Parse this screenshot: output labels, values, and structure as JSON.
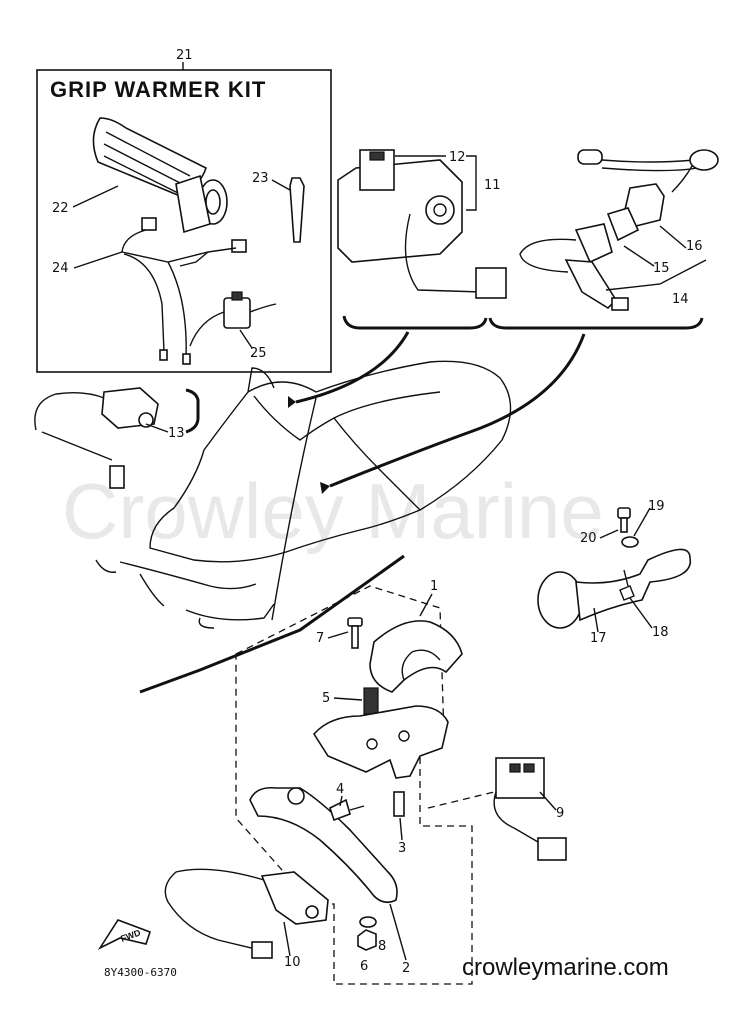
{
  "kit": {
    "callout": "21",
    "title": "GRIP WARMER KIT"
  },
  "callouts": {
    "p1": "1",
    "p2": "2",
    "p3": "3",
    "p4": "4",
    "p5": "5",
    "p6": "6",
    "p7": "7",
    "p8": "8",
    "p9": "9",
    "p10": "10",
    "p11": "11",
    "p12": "12",
    "p13": "13",
    "p14": "14",
    "p15": "15",
    "p16": "16",
    "p17": "17",
    "p18": "18",
    "p19": "19",
    "p20": "20",
    "p22": "22",
    "p23": "23",
    "p24": "24",
    "p25": "25"
  },
  "fwd_label": "FWD",
  "drawing_code": "8Y4300-6370",
  "watermark": "Crowley Marine",
  "site": "crowleymarine.com"
}
